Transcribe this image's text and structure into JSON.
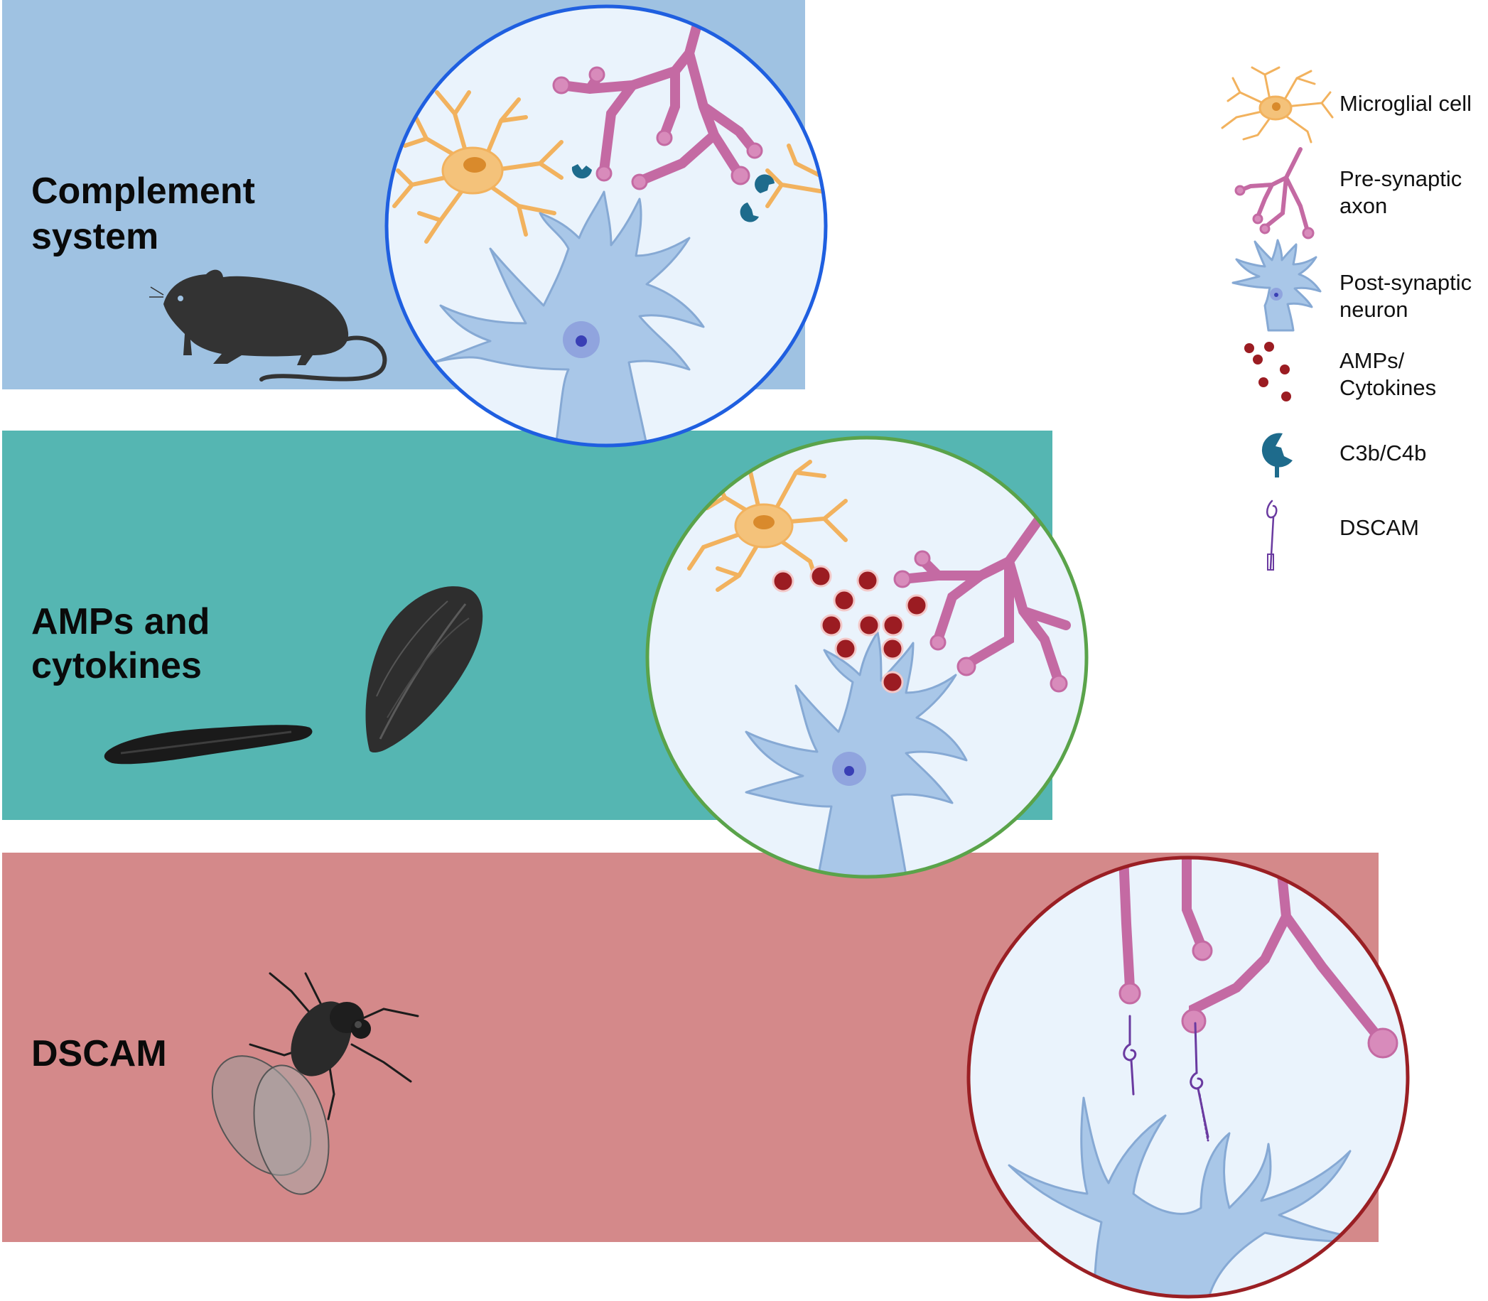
{
  "panels": [
    {
      "id": "complement",
      "title_lines": [
        "Complement",
        "system"
      ],
      "bg": "#9fc2e2",
      "ring": "#1f5fe0",
      "organisms": [
        "mouse-icon"
      ]
    },
    {
      "id": "amps",
      "title_lines": [
        "AMPs and",
        "cytokines"
      ],
      "bg": "#55b6b2",
      "ring": "#5aa34a",
      "organisms": [
        "leech-icon",
        "mussel-icon"
      ]
    },
    {
      "id": "dscam",
      "title_lines": [
        "DSCAM"
      ],
      "bg": "#d4898a",
      "ring": "#9a1f24",
      "organisms": [
        "fly-icon"
      ]
    }
  ],
  "legend": [
    {
      "icon": "microglial-cell-icon",
      "lines": [
        "Microglial cell"
      ]
    },
    {
      "icon": "pre-synaptic-axon-icon",
      "lines": [
        "Pre-synaptic",
        "axon"
      ]
    },
    {
      "icon": "post-synaptic-neuron-icon",
      "lines": [
        "Post-synaptic",
        "neuron"
      ]
    },
    {
      "icon": "amps-cytokines-icon",
      "lines": [
        "AMPs/",
        "Cytokines"
      ]
    },
    {
      "icon": "c3b-c4b-icon",
      "lines": [
        "C3b/C4b"
      ]
    },
    {
      "icon": "dscam-icon",
      "lines": [
        "DSCAM"
      ]
    }
  ],
  "colors": {
    "microglia": "#f2b25e",
    "microglia_body": "#f4c27a",
    "axon": "#c46aa3",
    "axon_light": "#d88bbb",
    "neuron": "#a9c7e8",
    "neuron_stroke": "#86a9d4",
    "nucleus": "#7b86d6",
    "nucleolus": "#3a3fb5",
    "amp": "#9b1c22",
    "c3b": "#1e6b8c",
    "dscam": "#6a3aa0",
    "circle_fill": "#eaf3fc",
    "silhouette": "#333333"
  }
}
